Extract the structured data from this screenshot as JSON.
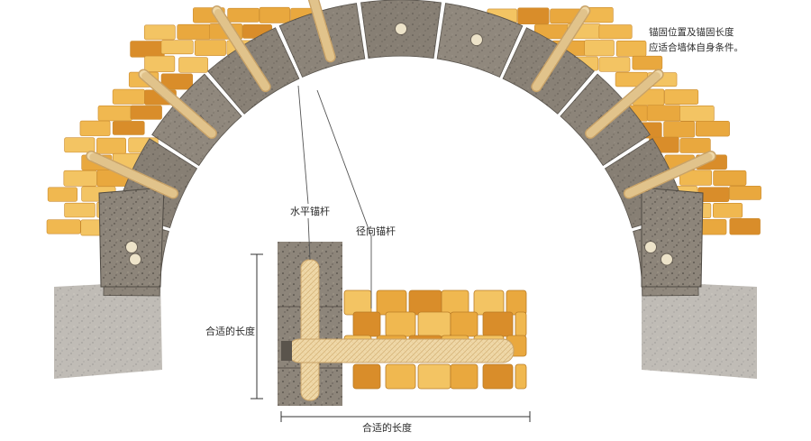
{
  "annotations": {
    "note_line1": "锚固位置及锚固长度",
    "note_line2": "应适合墙体自身条件。",
    "horizontal_anchor": "水平锚杆",
    "radial_anchor": "径向锚杆",
    "vertical_length": "合适的长度",
    "bottom_length": "合适的长度"
  },
  "colors": {
    "brick_light": "#f3c463",
    "brick_mid": "#e9a83e",
    "brick_dark": "#d98d2a",
    "stone": "#8d857a",
    "stone_dark": "#6d665d",
    "mortar": "#c8b99a",
    "rod": "#efd8a8",
    "rod_stroke": "#c9a368",
    "line": "#555555"
  },
  "icons": {
    "rod": "anchor-rod-icon",
    "hole": "anchor-hole-icon"
  }
}
